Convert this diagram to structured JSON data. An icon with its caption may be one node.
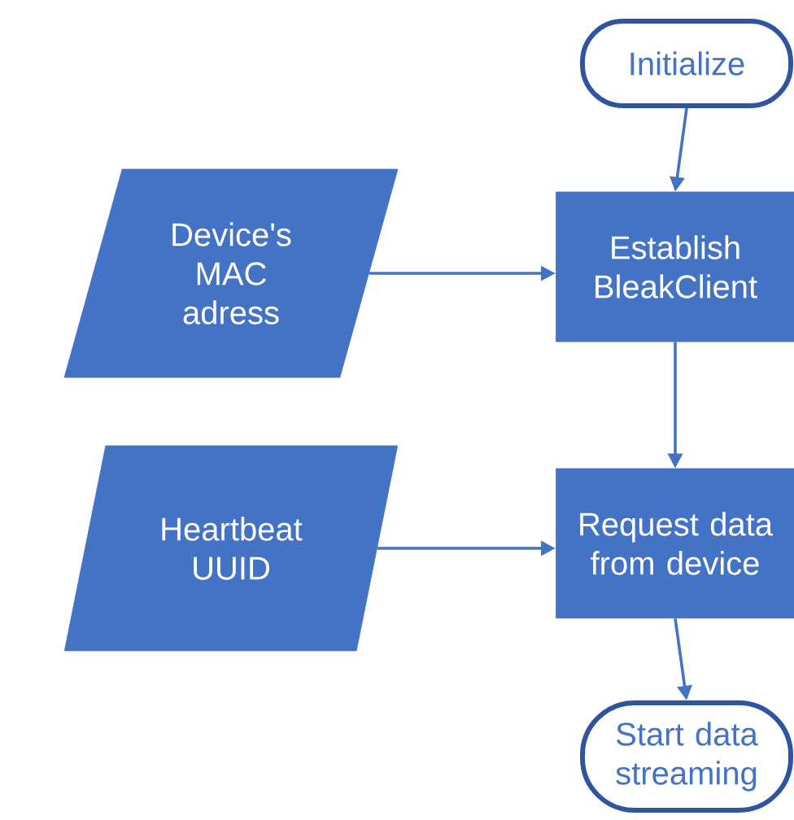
{
  "diagram": {
    "nodes": [
      {
        "text": [
          "Initialize"
        ]
      },
      {
        "text": [
          "Device's MAC adress"
        ]
      },
      {
        "text": [
          "Establish BleakClient"
        ]
      },
      {
        "text": [
          "Heartbeat UUID"
        ]
      },
      {
        "text": [
          "Request data from device"
        ]
      },
      {
        "text": [
          "Start data streaming"
        ]
      }
    ],
    "edges": [
      {
        "from": 0,
        "to": 2,
        "arrow": "to"
      },
      {
        "from": 1,
        "to": 2,
        "arrow": "to"
      },
      {
        "from": 2,
        "to": 4,
        "arrow": "to"
      },
      {
        "from": 3,
        "to": 4,
        "arrow": "to"
      },
      {
        "from": 4,
        "to": 5,
        "arrow": "to"
      }
    ]
  }
}
